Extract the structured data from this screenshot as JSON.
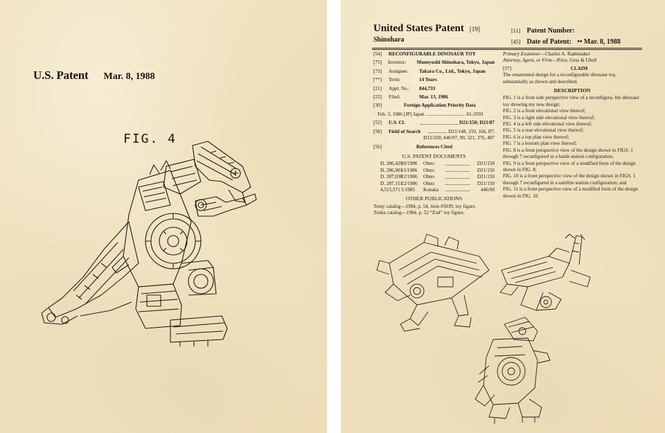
{
  "left_sheet": {
    "header_patent": "U.S. Patent",
    "header_date": "Mar. 8, 1988",
    "fig_label": "FIG. 4"
  },
  "right_sheet": {
    "title": "United States Patent",
    "title_code": "[19]",
    "inventor_surname": "Shinohara",
    "meta": [
      {
        "code": "[11]",
        "label": "Patent Number:",
        "value": ""
      },
      {
        "code": "[45]",
        "label": "Date of Patent:",
        "value": "•• Mar. 8, 1988"
      }
    ],
    "fields": [
      {
        "code": "[54]",
        "label": "",
        "value": "RECONFIGURABLE DINOSAUR TOY"
      },
      {
        "code": "[75]",
        "label": "Inventor:",
        "value": "Muneyoshi Shinohara, Tokyo, Japan"
      },
      {
        "code": "[73]",
        "label": "Assignee:",
        "value": "Takara Co., Ltd., Tokyo, Japan"
      },
      {
        "code": "[**]",
        "label": "Term:",
        "value": "14 Years"
      },
      {
        "code": "[21]",
        "label": "Appl. No.:",
        "value": "844,733"
      },
      {
        "code": "[22]",
        "label": "Filed:",
        "value": "Mar. 13, 1986"
      }
    ],
    "foreign_code": "[30]",
    "foreign_heading": "Foreign Application Priority Data",
    "foreign_row": "Feb. 3, 1986  [JP]   Japan ................................ 61-3593",
    "us_cl_code": "[52]",
    "us_cl_label": "U.S. Cl.",
    "us_cl_value": "D21/150; D21/87",
    "field_search_code": "[58]",
    "field_search_label": "Field of Search",
    "field_search_value": "D21/148, 150, 166, 87;",
    "field_search_value2": "D12/320; 446/97, 99, 321, 376, 487",
    "refs_code": "[56]",
    "refs_heading": "References Cited",
    "us_docs_heading": "U.S. PATENT DOCUMENTS",
    "references": [
      {
        "num": "D. 286,420",
        "date": "10/1986",
        "name": "Ohno",
        "cls": "D21/150"
      },
      {
        "num": "D. 286,901",
        "date": "11/1986",
        "name": "Ohno",
        "cls": "D21/150"
      },
      {
        "num": "D. 287,038",
        "date": "12/1986",
        "name": "Ohno",
        "cls": "D21/150"
      },
      {
        "num": "D. 287,151",
        "date": "12/1986",
        "name": "Ohno",
        "cls": "D21/150"
      },
      {
        "num": "4,515,571",
        "date": "5/1985",
        "name": "Konaka",
        "cls": "446/99"
      }
    ],
    "other_pubs_heading": "OTHER PUBLICATIONS",
    "other_pubs": [
      "Tomy catalog—1984, p. 54, item #5039, toy figure.",
      "Tonka catalog—1984, p. 52 “Zod” toy figure."
    ],
    "examiner_label": "Primary Examiner",
    "examiner_name": "—Charles A. Rademaker",
    "attorney_label": "Attorney, Agent, or Firm",
    "attorney_name": "—Price, Gess & Ubell",
    "claim_code": "[57]",
    "claim_heading": "CLAIM",
    "claim_text": "The ornamental design for a reconfigurable dinosaur toy, substantially as shown and described.",
    "description_heading": "DESCRIPTION",
    "figures": [
      "FIG. 1 is a front side perspective view of a reconfigura- ble dinosaur toy showing my new design;",
      "FIG. 2 is a front elevational view thereof;",
      "FIG. 3 is a right side elevational view thereof;",
      "FIG. 4 is a left side elevational view thereof;",
      "FIG. 5 is a rear elevational view thereof;",
      "FIG. 6 is a top plan view thereof;",
      "FIG. 7 is a bottom plan view thereof;",
      "FIG. 8 is a front perspective view of the design shown in FIGS. 1 through 7 reconfigured in a battle station configuration;",
      "FIG. 9 is a front perspective view of a modified form of the design shown in FIG. 8;",
      "FIG. 10 is a front perspective view of the design shown in FIGS. 1 through 7 reconfigured in a satellite station configuration; and",
      "FIG. 11 is a front perspective view of a modified form of the design shown in FIG. 10."
    ]
  },
  "colors": {
    "paper": "#f1e4c3",
    "ink": "#1a140e"
  }
}
